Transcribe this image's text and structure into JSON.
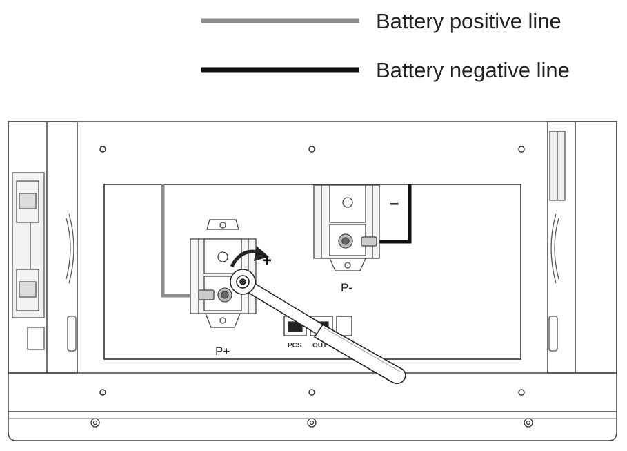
{
  "legend": {
    "positive": {
      "label": "Battery positive line",
      "color": "#8c8c8c"
    },
    "negative": {
      "label": "Battery negative line",
      "color": "#111111"
    }
  },
  "terminals": {
    "positive_label": "P+",
    "negative_label": "P-",
    "plus_sign": "+",
    "minus_sign": "–"
  },
  "ports": {
    "pcs": "PCS",
    "out": "OUT"
  },
  "icons": [
    "wrench-icon",
    "rotation-arrow-icon",
    "screw-icon",
    "rj45-port-icon"
  ]
}
